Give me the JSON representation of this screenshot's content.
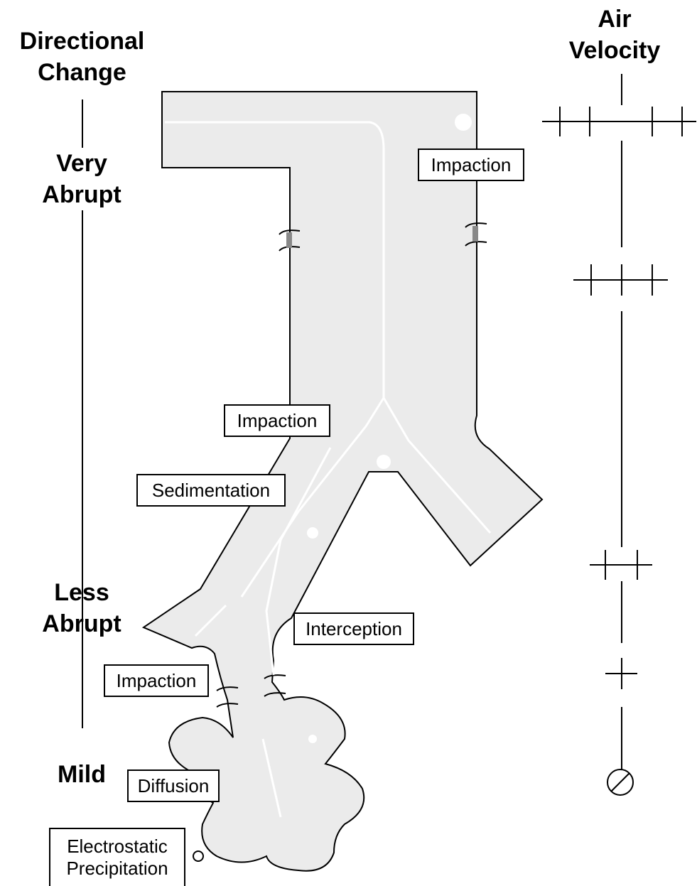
{
  "headings": {
    "directional_change": [
      "Directional",
      "Change"
    ],
    "air_velocity": [
      "Air",
      "Velocity"
    ],
    "very_abrupt": [
      "Very",
      "Abrupt"
    ],
    "less_abrupt": [
      "Less",
      "Abrupt"
    ],
    "mild": "Mild"
  },
  "labels": {
    "impaction_top": "Impaction",
    "impaction_mid": "Impaction",
    "sedimentation": "Sedimentation",
    "interception": "Interception",
    "impaction_low": "Impaction",
    "diffusion": "Diffusion",
    "electrostatic": [
      "Electrostatic",
      "Precipitation"
    ]
  },
  "velocity_scale": {
    "levels": [
      4,
      3,
      2,
      1,
      0
    ]
  },
  "colors": {
    "airway_fill": "#ebebeb",
    "stroke": "#000000",
    "flow_line": "#ffffff"
  }
}
